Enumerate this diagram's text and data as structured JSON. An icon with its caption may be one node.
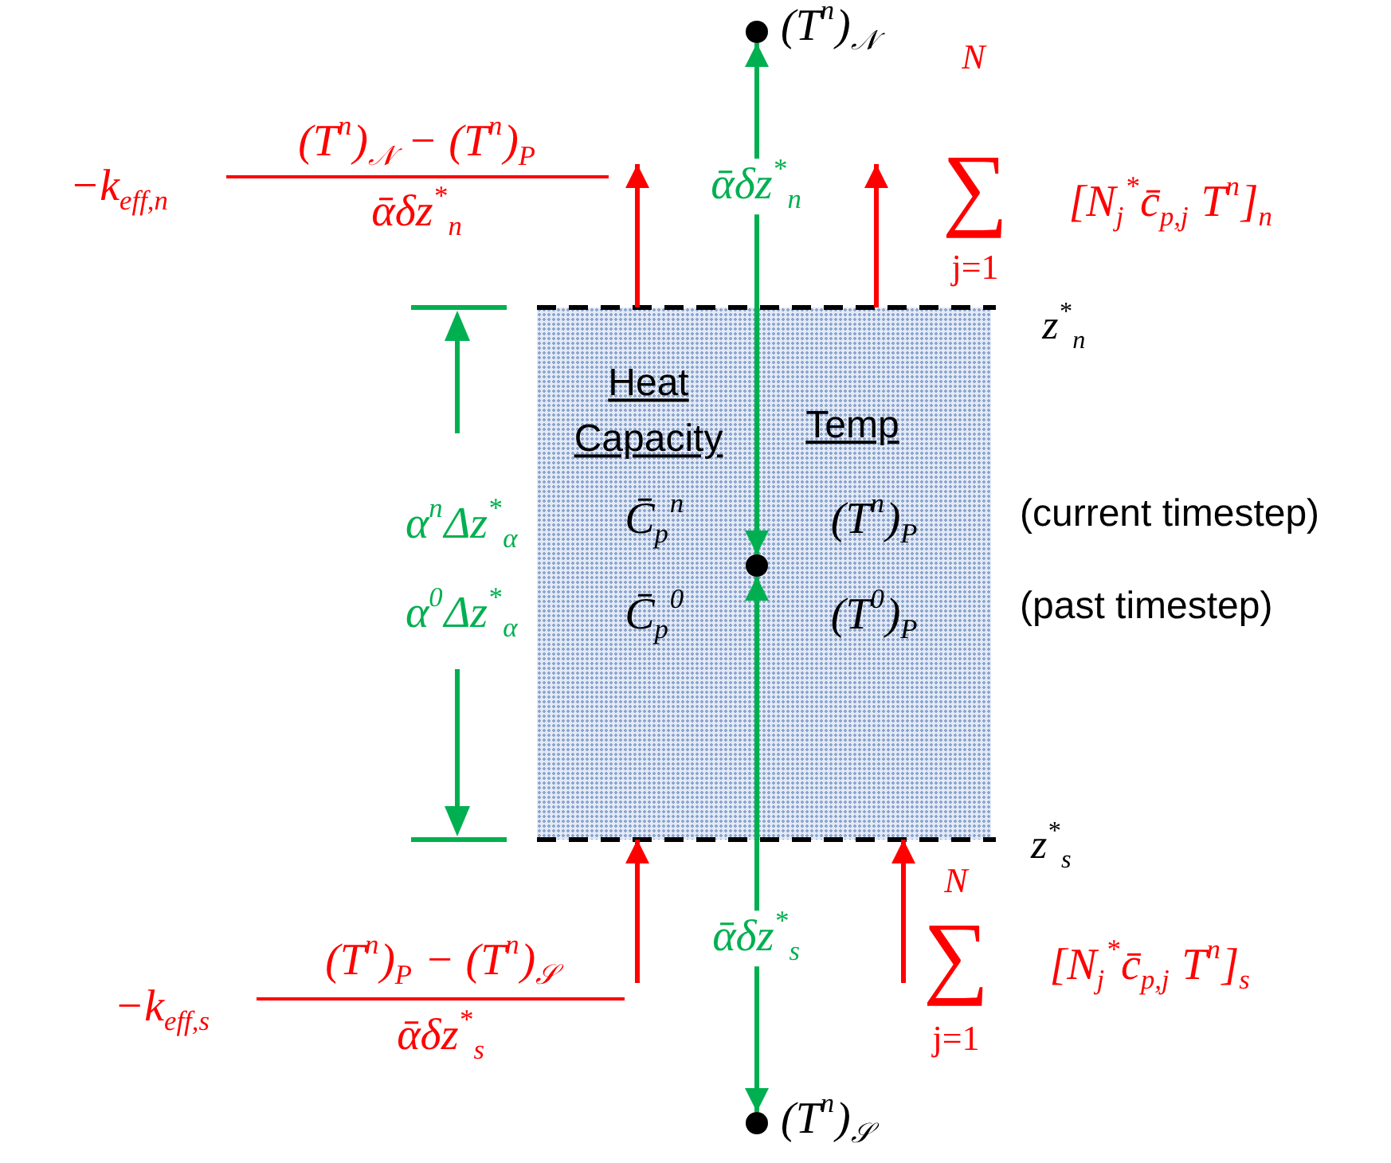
{
  "diagram": {
    "nodes": [
      {
        "text": [],
        "shape": "circle",
        "beside": [
          "(T$^{n}$)$_{𝒩}$"
        ]
      },
      {
        "text": [],
        "shape": "circle",
        "in": 3
      },
      {
        "text": [],
        "shape": "circle",
        "beside": [
          "(T$^{n}$)$_{𝒮}$"
        ]
      },
      {
        "text": [
          "Heat Capacity",
          "Temp",
          "C̄$_{p}$$^{n}$",
          "(T$^{n}$)$_{P}$",
          "C̄$_{p}$$^{0}$",
          "(T$^{0}$)$_{P}$"
        ],
        "beside": [
          "(current timestep)",
          "(past timestep)"
        ]
      }
    ],
    "edges": [
      {
        "from": 0,
        "to": 1,
        "arrow": "both",
        "label": "ᾱδz$^{*}$$_{n}$",
        "color": "#00b050"
      },
      {
        "from": 1,
        "to": 2,
        "arrow": "both",
        "label": "ᾱδz$^{*}$$_{s}$",
        "color": "#00b050"
      },
      {
        "from": 3,
        "to": null,
        "arrow": "to"
      },
      {
        "from": 3,
        "to": null,
        "arrow": "to"
      },
      {
        "from": null,
        "to": 3,
        "arrow": "to"
      },
      {
        "from": null,
        "to": 3,
        "arrow": "to"
      }
    ],
    "labels": [
      "−k$_{eff,n}$",
      "(T$^{n}$)$_{𝒩}$ − (T$^{n}$)$_{P}$",
      "ᾱδz$^{*}$$_{n}$",
      "N",
      "∑",
      "j=1",
      "[N$_{j}$$^{*}$c̄$_{p,j}$ T$^{n}$]$_{n}$",
      "z$^{*}$$_{n}$",
      "α$^{n}$Δz$^{*}$$_{α}$",
      "α$^{0}$Δz$^{*}$$_{α}$",
      "z$^{*}$$_{s}$",
      "−k$_{eff,s}$",
      "(T$^{n}$)$_{P}$ − (T$^{n}$)$_{𝒮}$",
      "ᾱδz$^{*}$$_{s}$",
      "N",
      "∑",
      "j=1",
      "[N$_{j}$$^{*}$c̄$_{p,j}$ T$^{n}$]$_{s}$"
    ]
  }
}
